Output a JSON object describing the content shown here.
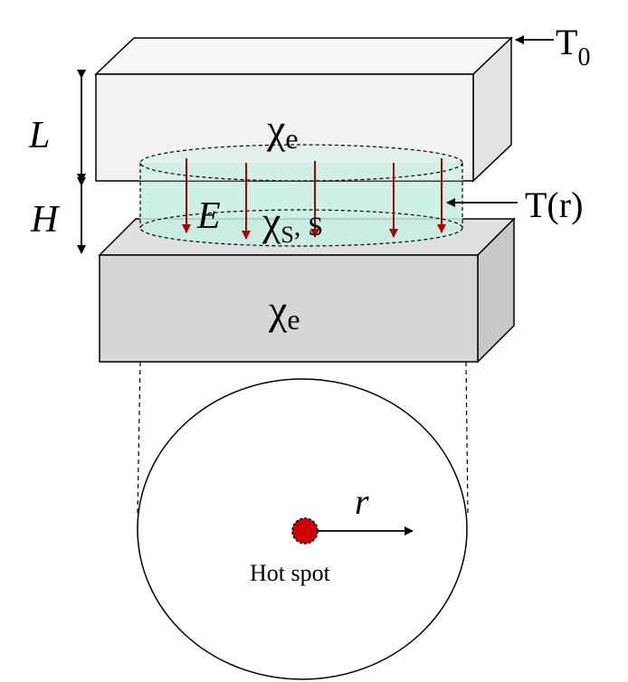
{
  "labels": {
    "top_temp": "T",
    "top_temp_sub": "0",
    "interface_temp": "T(r)",
    "length": "L",
    "height": "H",
    "field": "E",
    "chi": "χ",
    "top_chi_sub": "e",
    "bottom_chi_sub": "e",
    "layer_chi_sub": "S",
    "layer_comma": ",",
    "layer_s": "S",
    "radius": "r",
    "hot_spot": "Hot spot"
  },
  "colors": {
    "top_slab_front": "#f2f2f2",
    "top_slab_side": "#e3e3e3",
    "bottom_slab_front": "#d6d6d6",
    "bottom_slab_side": "#c8c8c8",
    "cylinder": "#c8f0e6",
    "field_arrows": "#b00000",
    "hot_spot": "#cc0000"
  },
  "icons": {
    "field_arrow": "down-arrow",
    "dimension_arrow": "double-headed-arrow",
    "pointer_arrow": "left-arrow"
  }
}
